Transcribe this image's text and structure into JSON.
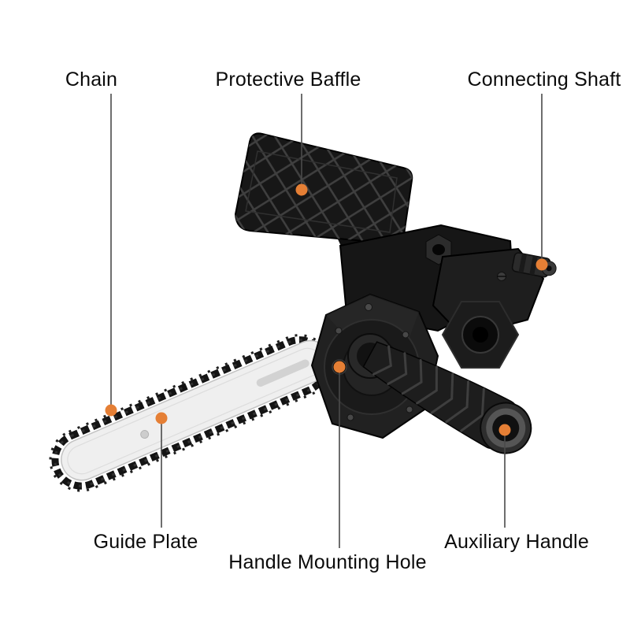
{
  "diagram": {
    "labels": [
      {
        "id": "chain",
        "text": "Chain"
      },
      {
        "id": "protective-baffle",
        "text": "Protective Baffle"
      },
      {
        "id": "connecting-shaft",
        "text": "Connecting Shaft"
      },
      {
        "id": "guide-plate",
        "text": "Guide Plate"
      },
      {
        "id": "handle-mounting-hole",
        "text": "Handle Mounting Hole"
      },
      {
        "id": "auxiliary-handle",
        "text": "Auxiliary Handle"
      }
    ]
  },
  "colors": {
    "marker_dot": "#e57f35",
    "leader_line": "#4a4a4a",
    "background": "#ffffff",
    "label_text": "#0b0b0b",
    "product_dark": "#1a1a1a",
    "guide_plate_light": "#efefef"
  }
}
